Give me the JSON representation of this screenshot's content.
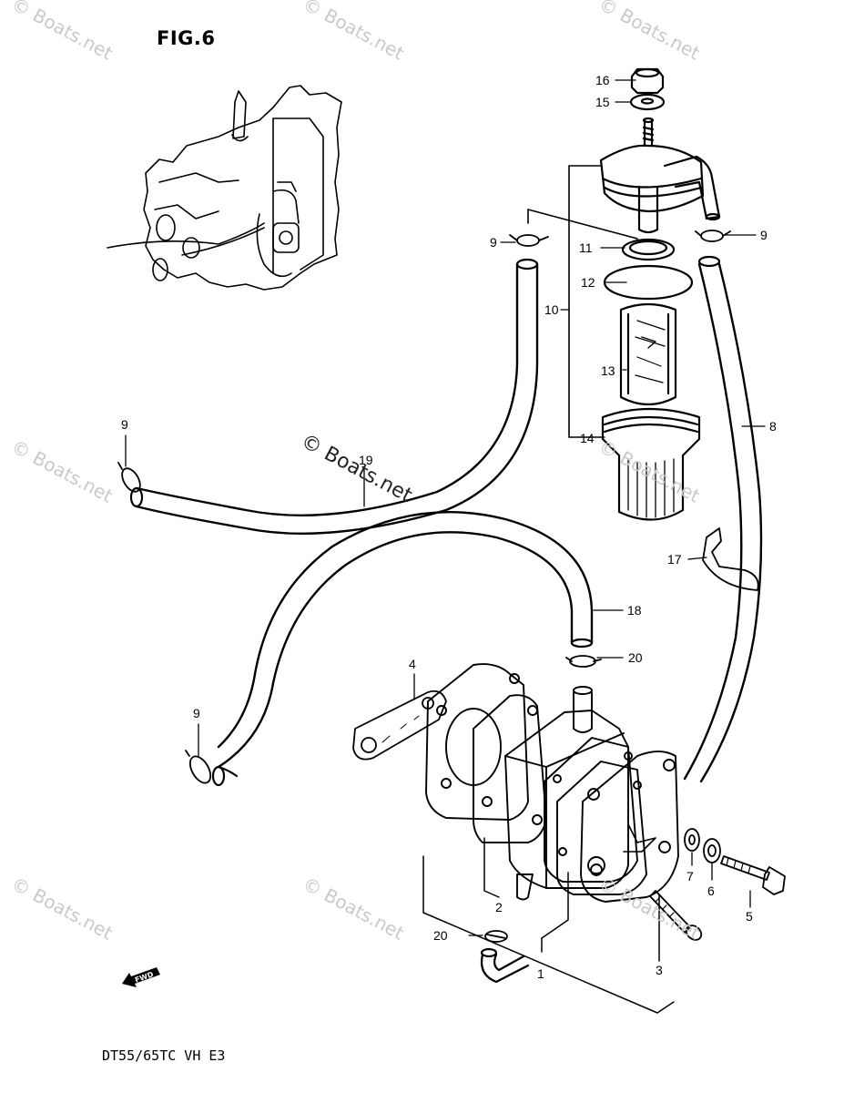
{
  "figure": {
    "title": "FIG.6",
    "model": "DT55/65TC  VH  E3"
  },
  "watermark": {
    "text": "© Boats.net",
    "center_text": "© Boats.net"
  },
  "fwd_label": "FWD",
  "callouts": [
    {
      "id": "16",
      "label": "16"
    },
    {
      "id": "15",
      "label": "15"
    },
    {
      "id": "9a",
      "label": "9"
    },
    {
      "id": "9b",
      "label": "9"
    },
    {
      "id": "11",
      "label": "11"
    },
    {
      "id": "12",
      "label": "12"
    },
    {
      "id": "10",
      "label": "10"
    },
    {
      "id": "13",
      "label": "13"
    },
    {
      "id": "14",
      "label": "14"
    },
    {
      "id": "8",
      "label": "8"
    },
    {
      "id": "9c",
      "label": "9"
    },
    {
      "id": "19",
      "label": "19"
    },
    {
      "id": "17",
      "label": "17"
    },
    {
      "id": "18",
      "label": "18"
    },
    {
      "id": "20a",
      "label": "20"
    },
    {
      "id": "4",
      "label": "4"
    },
    {
      "id": "9d",
      "label": "9"
    },
    {
      "id": "7",
      "label": "7"
    },
    {
      "id": "6",
      "label": "6"
    },
    {
      "id": "5",
      "label": "5"
    },
    {
      "id": "2",
      "label": "2"
    },
    {
      "id": "20b",
      "label": "20"
    },
    {
      "id": "1",
      "label": "1"
    },
    {
      "id": "3",
      "label": "3"
    }
  ]
}
